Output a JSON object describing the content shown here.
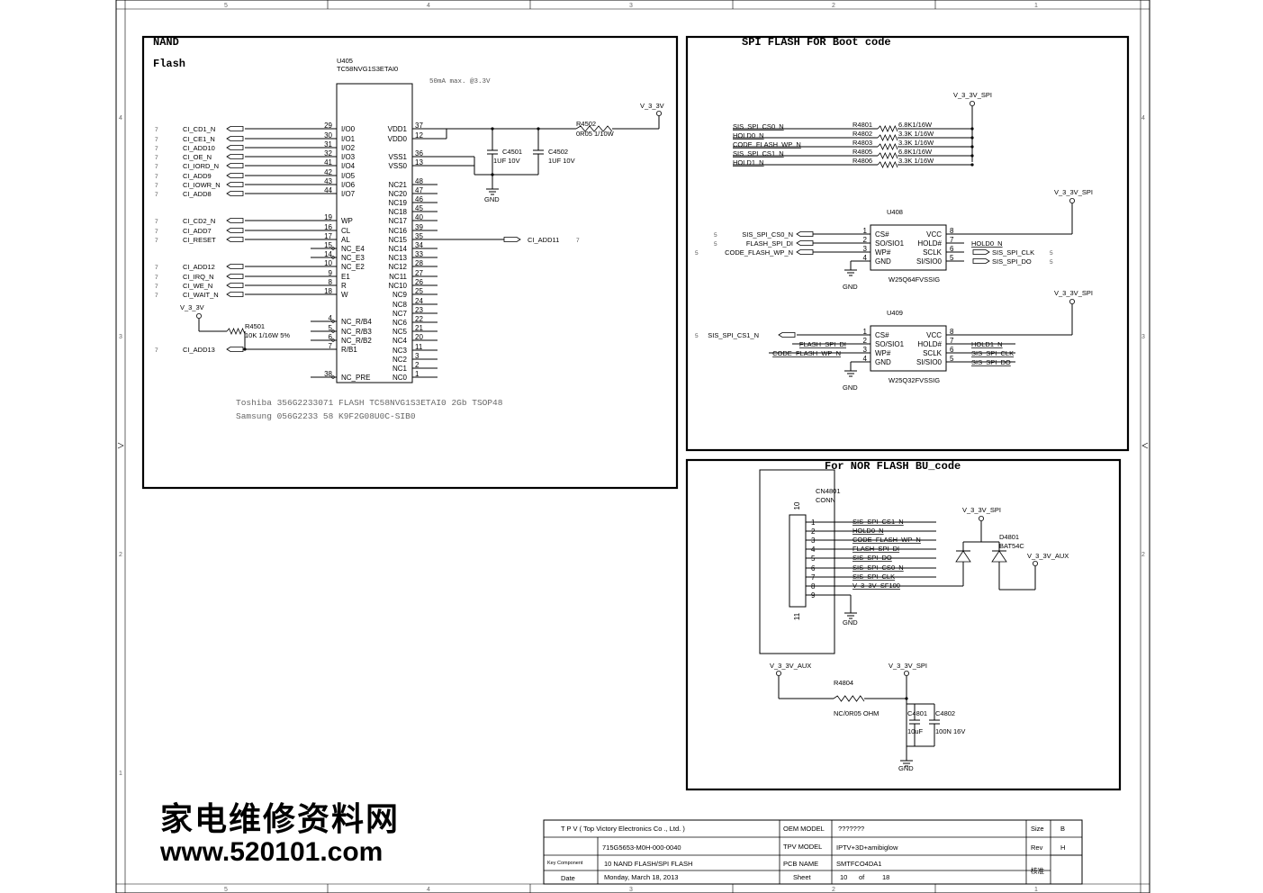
{
  "frame": {
    "cols_top": [
      "5",
      "4",
      "3",
      "2",
      "1"
    ],
    "cols_bottom": [
      "5",
      "4",
      "3",
      "2",
      "1"
    ],
    "rows_left": [
      "4",
      "3",
      "2",
      "1"
    ],
    "rows_right": [
      "4",
      "3",
      "2"
    ]
  },
  "nand": {
    "title1": "NAND",
    "title2": "Flash",
    "ref": "U405",
    "part": "TC58NVG1S3ETAI0",
    "current_note": "50mA max. @3.3V",
    "left_pins": [
      {
        "net": "CI_CD1_N",
        "sheet": "7",
        "num": "29",
        "name": "I/O0"
      },
      {
        "net": "CI_CE1_N",
        "sheet": "7",
        "num": "30",
        "name": "I/O1"
      },
      {
        "net": "CI_ADD10",
        "sheet": "7",
        "num": "31",
        "name": "I/O2"
      },
      {
        "net": "CI_OE_N",
        "sheet": "7",
        "num": "32",
        "name": "I/O3"
      },
      {
        "net": "CI_IORD_N",
        "sheet": "7",
        "num": "41",
        "name": "I/O4"
      },
      {
        "net": "CI_ADD9",
        "sheet": "7",
        "num": "42",
        "name": "I/O5"
      },
      {
        "net": "CI_IOWR_N",
        "sheet": "7",
        "num": "43",
        "name": "I/O6"
      },
      {
        "net": "CI_ADD8",
        "sheet": "7",
        "num": "44",
        "name": "I/O7"
      },
      {
        "net": "CI_CD2_N",
        "sheet": "7",
        "num": "19",
        "name": "WP"
      },
      {
        "net": "CI_ADD7",
        "sheet": "7",
        "num": "16",
        "name": "CL"
      },
      {
        "net": "CI_RESET",
        "sheet": "7",
        "num": "17",
        "name": "AL"
      },
      {
        "net": "",
        "sheet": "",
        "num": "15",
        "name": "NC_E4"
      },
      {
        "net": "",
        "sheet": "",
        "num": "14",
        "name": "NC_E3"
      },
      {
        "net": "CI_ADD12",
        "sheet": "7",
        "num": "10",
        "name": "NC_E2"
      },
      {
        "net": "CI_IRQ_N",
        "sheet": "7",
        "num": "9",
        "name": "E1"
      },
      {
        "net": "CI_WE_N",
        "sheet": "7",
        "num": "8",
        "name": "R"
      },
      {
        "net": "CI_WAIT_N",
        "sheet": "7",
        "num": "18",
        "name": "W"
      },
      {
        "net": "",
        "sheet": "",
        "num": "4",
        "name": "NC_R/B4"
      },
      {
        "net": "",
        "sheet": "",
        "num": "5",
        "name": "NC_R/B3"
      },
      {
        "net": "",
        "sheet": "",
        "num": "6",
        "name": "NC_R/B2"
      },
      {
        "net": "CI_ADD13",
        "sheet": "7",
        "num": "7",
        "name": "R/B1"
      },
      {
        "net": "",
        "sheet": "",
        "num": "38",
        "name": "NC_PRE"
      }
    ],
    "right_pins": [
      {
        "num": "37",
        "name": "VDD1"
      },
      {
        "num": "12",
        "name": "VDD0"
      },
      {
        "num": "36",
        "name": "VSS1"
      },
      {
        "num": "13",
        "name": "VSS0"
      },
      {
        "num": "48",
        "name": "NC21"
      },
      {
        "num": "47",
        "name": "NC20"
      },
      {
        "num": "46",
        "name": "NC19"
      },
      {
        "num": "45",
        "name": "NC18"
      },
      {
        "num": "40",
        "name": "NC17"
      },
      {
        "num": "39",
        "name": "NC16"
      },
      {
        "num": "35",
        "name": "NC15"
      },
      {
        "num": "34",
        "name": "NC14"
      },
      {
        "num": "33",
        "name": "NC13"
      },
      {
        "num": "28",
        "name": "NC12"
      },
      {
        "num": "27",
        "name": "NC11"
      },
      {
        "num": "26",
        "name": "NC10"
      },
      {
        "num": "25",
        "name": "NC9"
      },
      {
        "num": "24",
        "name": "NC8"
      },
      {
        "num": "23",
        "name": "NC7"
      },
      {
        "num": "22",
        "name": "NC6"
      },
      {
        "num": "21",
        "name": "NC5"
      },
      {
        "num": "20",
        "name": "NC4"
      },
      {
        "num": "11",
        "name": "NC3"
      },
      {
        "num": "3",
        "name": "NC2"
      },
      {
        "num": "2",
        "name": "NC1"
      },
      {
        "num": "1",
        "name": "NC0"
      }
    ],
    "nc15_net": "CI_ADD11",
    "nc15_sheet": "7",
    "rail": "V_3_3V",
    "rail2": "V_3_3V",
    "r4502_ref": "R4502",
    "r4502_val": "0R05 1/10W",
    "c4501_ref": "C4501",
    "c4501_val": "1UF 10V",
    "c4502_ref": "C4502",
    "c4502_val": "1UF 10V",
    "gnd": "GND",
    "r4501_ref": "R4501",
    "r4501_val": "10K 1/16W 5%",
    "note1": "Toshiba 356G2233071 FLASH TC58NVG1S3ETAI0 2Gb TSOP48",
    "note2": "Samsung 056G2233 58 K9F2G08U0C-SIB0"
  },
  "spi": {
    "title": "SPI FLASH FOR Boot code",
    "rail_top": "V_3_3V_SPI",
    "resistors": [
      {
        "net": "SIS_SPI_CS0_N",
        "ref": "R4801",
        "val": "6.8K1/16W"
      },
      {
        "net": "HOLD0_N",
        "ref": "R4802",
        "val": "3.3K 1/16W"
      },
      {
        "net": "CODE_FLASH_WP_N",
        "ref": "R4803",
        "val": "3.3K 1/16W"
      },
      {
        "net": "SIS_SPI_CS1_N",
        "ref": "R4805",
        "val": "6.8K1/16W"
      },
      {
        "net": "HOLD1_N",
        "ref": "R4806",
        "val": "3.3K 1/16W"
      }
    ],
    "u408": {
      "ref": "U408",
      "part": "W25Q64FVSSIG",
      "rail": "V_3_3V_SPI",
      "gnd": "GND",
      "left": [
        {
          "num": "1",
          "name": "CS#"
        },
        {
          "num": "2",
          "name": "SO/SIO1"
        },
        {
          "num": "3",
          "name": "WP#"
        },
        {
          "num": "4",
          "name": "GND"
        }
      ],
      "right": [
        {
          "num": "8",
          "name": "VCC"
        },
        {
          "num": "7",
          "name": "HOLD#"
        },
        {
          "num": "6",
          "name": "SCLK"
        },
        {
          "num": "5",
          "name": "SI/SIO0"
        }
      ],
      "left_nets": [
        {
          "sheet": "5",
          "net": "SIS_SPI_CS0_N"
        },
        {
          "sheet": "5",
          "net": "FLASH_SPI_DI"
        },
        {
          "sheet": "5",
          "net": "CODE_FLASH_WP_N"
        }
      ],
      "hold_net": "HOLD0_N",
      "out_nets": [
        {
          "net": "SIS_SPI_CLK",
          "sheet": "5"
        },
        {
          "net": "SIS_SPI_DO",
          "sheet": "5"
        }
      ]
    },
    "u409": {
      "ref": "U409",
      "part": "W25Q32FVSSIG",
      "rail": "V_3_3V_SPI",
      "gnd": "GND",
      "left": [
        {
          "num": "1",
          "name": "CS#"
        },
        {
          "num": "2",
          "name": "SO/SIO1"
        },
        {
          "num": "3",
          "name": "WP#"
        },
        {
          "num": "4",
          "name": "GND"
        }
      ],
      "right": [
        {
          "num": "8",
          "name": "VCC"
        },
        {
          "num": "7",
          "name": "HOLD#"
        },
        {
          "num": "6",
          "name": "SCLK"
        },
        {
          "num": "5",
          "name": "SI/SIO0"
        }
      ],
      "cs_sheet": "5",
      "cs_net": "SIS_SPI_CS1_N",
      "di_net": "FLASH_SPI_DI",
      "wp_net": "CODE_FLASH_WP_N",
      "right_nets": [
        "HOLD1_N",
        "SIS_SPI_CLK",
        "SIS_SPI_DO"
      ]
    }
  },
  "nor": {
    "title": "For NOR FLASH BU_code",
    "conn_ref": "CN4801",
    "conn_type": "CONN",
    "pin10": "10",
    "pin11": "11",
    "pins": [
      {
        "num": "1",
        "net": "SIS_SPI_CS1_N"
      },
      {
        "num": "2",
        "net": "HOLD0_N"
      },
      {
        "num": "3",
        "net": "CODE_FLASH_WP_N"
      },
      {
        "num": "4",
        "net": "FLASH_SPI_DI"
      },
      {
        "num": "5",
        "net": "SIS_SPI_DO"
      },
      {
        "num": "6",
        "net": "SIS_SPI_CS0_N"
      },
      {
        "num": "7",
        "net": "SIS_SPI_CLK"
      },
      {
        "num": "8",
        "net": "V_3_3V_SF100"
      },
      {
        "num": "9",
        "net": ""
      }
    ],
    "gnd": "GND",
    "rail_spi": "V_3_3V_SPI",
    "diode_ref": "D4801",
    "diode_part": "BAT54C",
    "rail_aux": "V_3_3V_AUX",
    "rail_aux2": "V_3_3V_AUX",
    "rail_spi2": "V_3_3V_SPI",
    "r4804_ref": "R4804",
    "r4804_val": "NC/0R05 OHM",
    "c4801_ref": "C4801",
    "c4801_val": "10uF",
    "c4802_ref": "C4802",
    "c4802_val": "100N 16V",
    "gnd2": "GND"
  },
  "watermark": {
    "cn": "家电维修资料网",
    "url": "www.520101.com"
  },
  "title_block": {
    "company": "T P V  ( Top    Victory    Electronics    Co .,  Ltd. )",
    "r1_label": "",
    "r1_value": "715G5653-M0H-000-0040",
    "r2_label": "Key Component",
    "r2_value": "10 NAND FLASH/SPI FLASH",
    "date_label": "Date",
    "date_value": "Monday, March 18, 2013",
    "oem_label": "OEM MODEL",
    "oem_value": "???????",
    "tpv_label": "TPV MODEL",
    "tpv_value": "IPTV+3D+amibiglow",
    "pcb_label": "PCB NAME",
    "pcb_value": "SMTFCO4DA1",
    "sheet_label": "Sheet",
    "sheet_value": "10",
    "of_label": "of",
    "of_value": "18",
    "size_label": "Size",
    "size_value": "B",
    "rev_label": "Rev",
    "rev_value": "H",
    "sign_label": "核准"
  }
}
